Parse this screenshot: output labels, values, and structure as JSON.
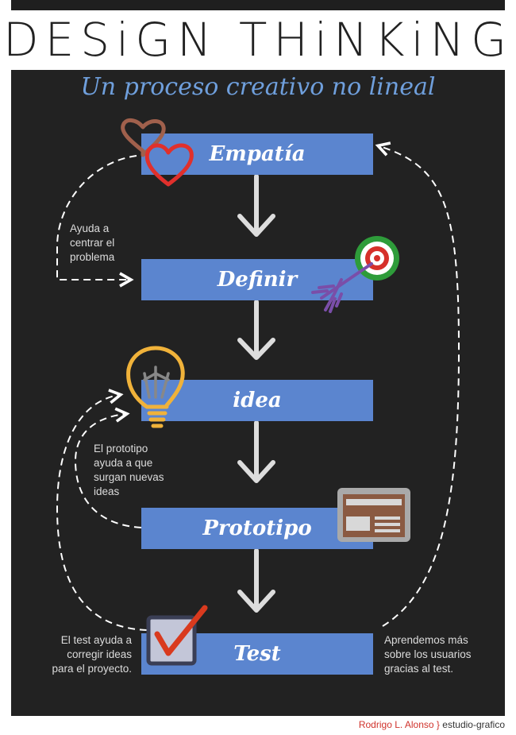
{
  "title": "DESiGN THiNKiNG",
  "subtitle": "Un proceso creativo no lineal",
  "steps": [
    {
      "label": "Empatía"
    },
    {
      "label": "Definir"
    },
    {
      "label": "idea"
    },
    {
      "label": "Prototipo"
    },
    {
      "label": "Test"
    }
  ],
  "notes": {
    "problem": [
      "Ayuda a",
      "centrar el",
      "problema"
    ],
    "prototype": [
      "El prototipo",
      "ayuda a que",
      "surgan nuevas",
      "ideas"
    ],
    "test_left": [
      "El test ayuda a",
      "corregir ideas",
      "para el proyecto."
    ],
    "test_right": [
      "Aprendemos más",
      "sobre los usuarios",
      "gracias al test."
    ]
  },
  "credit": {
    "author": "Rodrigo L. Alonso",
    "separator": "}",
    "studio": "estudio-grafico"
  },
  "colors": {
    "box": "#5b85cf",
    "background": "#222222",
    "subtitle": "#6f9fdc",
    "arrow": "#dddddd"
  },
  "icons": [
    "heart-icon",
    "target-icon",
    "lightbulb-icon",
    "browser-window-icon",
    "checkbox-icon"
  ]
}
